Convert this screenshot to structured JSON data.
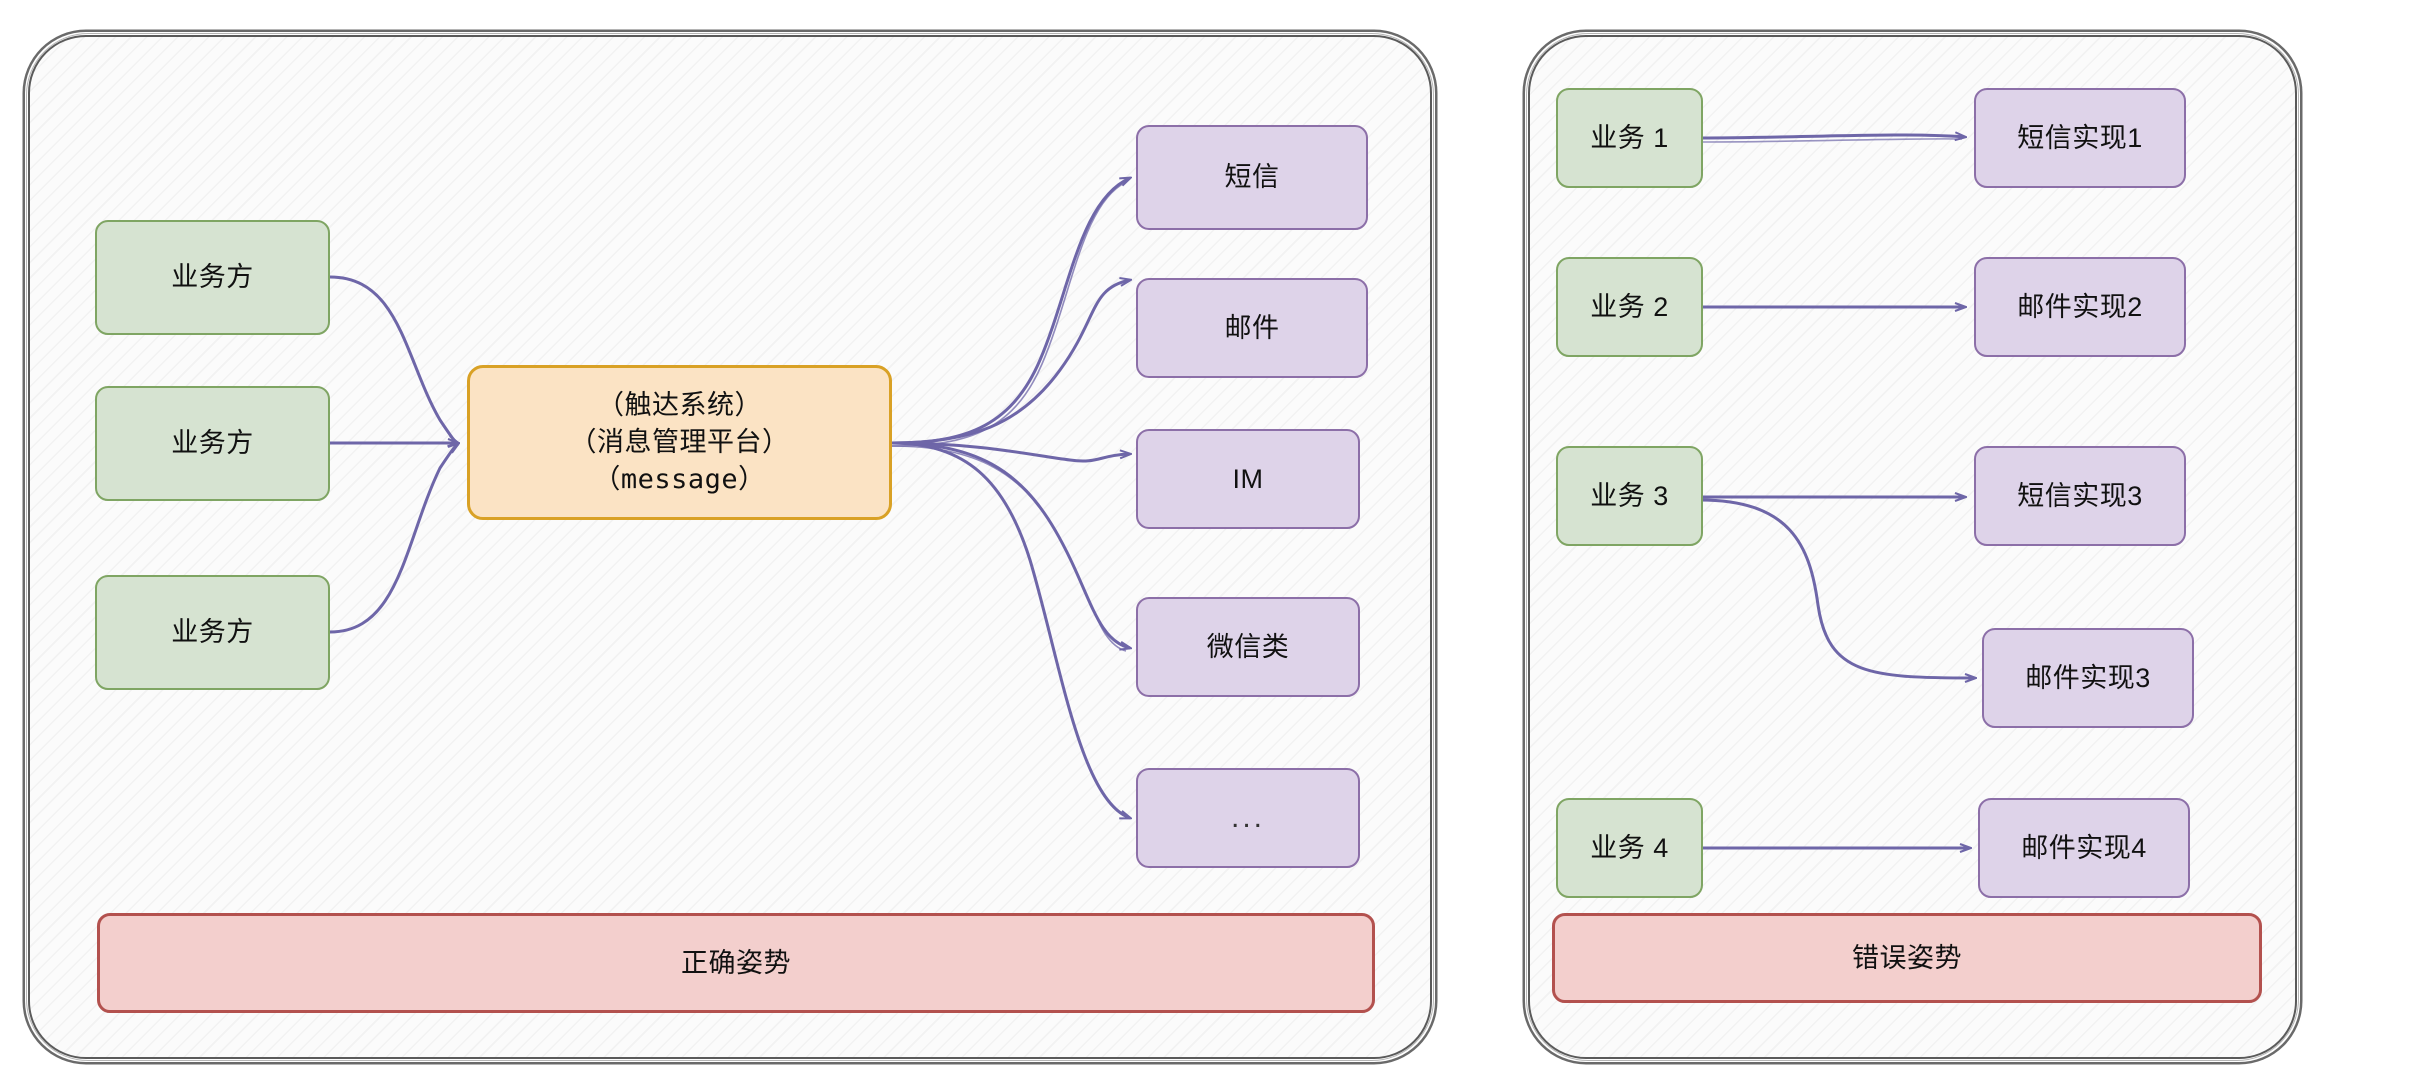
{
  "colors": {
    "green_fill": "#d6e3d1",
    "green_border": "#7fa563",
    "purple_fill": "#ded3e9",
    "purple_border": "#8c6fa8",
    "orange_fill": "#fbe3c4",
    "orange_border": "#d9a125",
    "banner_fill": "#f3cfcd",
    "banner_border": "#b3514e",
    "edge_stroke": "#6e66a8",
    "panel_border": "#5a5a5a",
    "panel_fill": "#fbfbfb"
  },
  "left_panel": {
    "caption": "正确姿势",
    "producers": [
      {
        "label": "业务方"
      },
      {
        "label": "业务方"
      },
      {
        "label": "业务方"
      }
    ],
    "hub": {
      "line1": "（触达系统）",
      "line2": "（消息管理平台）",
      "line3": "（message）",
      "full_label": "（触达系统）\n（消息管理平台）\n（message）"
    },
    "channels": [
      {
        "label": "短信"
      },
      {
        "label": "邮件"
      },
      {
        "label": "IM"
      },
      {
        "label": "微信类"
      },
      {
        "label": "..."
      }
    ]
  },
  "right_panel": {
    "caption": "错误姿势",
    "services": [
      {
        "label": "业务 1"
      },
      {
        "label": "业务 2"
      },
      {
        "label": "业务 3"
      },
      {
        "label": "业务 4"
      }
    ],
    "implementations": [
      {
        "label": "短信实现1"
      },
      {
        "label": "邮件实现2"
      },
      {
        "label": "短信实现3"
      },
      {
        "label": "邮件实现3"
      },
      {
        "label": "邮件实现4"
      }
    ],
    "links": [
      {
        "from": "业务 1",
        "to": "短信实现1"
      },
      {
        "from": "业务 2",
        "to": "邮件实现2"
      },
      {
        "from": "业务 3",
        "to": "短信实现3"
      },
      {
        "from": "业务 3",
        "to": "邮件实现3"
      },
      {
        "from": "业务 4",
        "to": "邮件实现4"
      }
    ]
  }
}
